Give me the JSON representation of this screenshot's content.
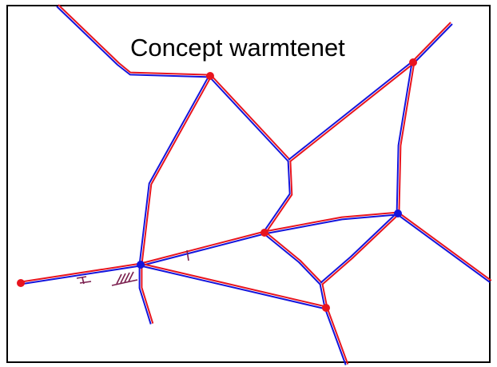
{
  "title": "Concept warmtenet",
  "colors": {
    "pipe_supply": "#e8141e",
    "pipe_return": "#1414dc",
    "node_red": "#e8141e",
    "node_blue": "#1414dc",
    "annotation": "#7a1e4e",
    "frame": "#000000"
  },
  "legend_nodes": {
    "red": "red-node",
    "blue": "blue-node"
  }
}
